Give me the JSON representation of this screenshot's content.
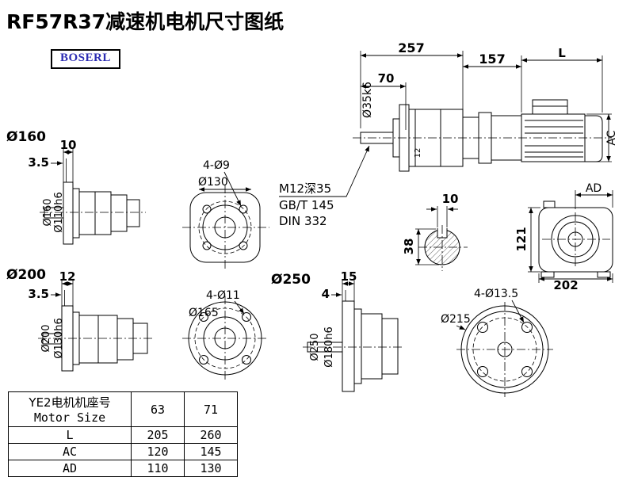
{
  "header": {
    "title": "RF57R37减速机电机尺寸图纸",
    "brand": "BOSERL"
  },
  "colors": {
    "brand": "#2d2db3",
    "line": "#000000"
  },
  "side_view": {
    "dim_total": "257",
    "dim_adapter": "157",
    "dim_motor_len": "L",
    "dim_shaft": "70",
    "shaft_dia": "Ø35k6",
    "dim_ac": "AC",
    "dim_plate": "12"
  },
  "tap_note": {
    "line1": "M12深35",
    "line2": "GB/T 145",
    "line3": "DIN 332"
  },
  "shaft_section": {
    "key_width": "10",
    "key_height": "38"
  },
  "motor_rear": {
    "dim_ad": "AD",
    "dim_side": "121",
    "dim_width": "202"
  },
  "unit160": {
    "label": "Ø160",
    "flange_thick": "10",
    "plate_thick": "3.5",
    "flange_dia": "Ø160",
    "pilot_dia": "Ø110h6"
  },
  "flange130": {
    "bolt_circle": "Ø130",
    "holes": "4-Ø9"
  },
  "unit200": {
    "label": "Ø200",
    "flange_thick": "12",
    "plate_thick": "3.5",
    "flange_dia": "Ø200",
    "pilot_dia": "Ø130h6"
  },
  "flange165": {
    "bolt_circle": "Ø165",
    "holes": "4-Ø11"
  },
  "unit250": {
    "label": "Ø250",
    "flange_thick": "15",
    "plate_thick": "4",
    "flange_dia": "Ø250",
    "pilot_dia": "Ø180h6"
  },
  "flange215": {
    "bolt_circle": "Ø215",
    "holes": "4-Ø13.5"
  },
  "table": {
    "row_header": {
      "cn": "YE2电机机座号",
      "en": "Motor Size",
      "c1": "63",
      "c2": "71"
    },
    "rows": [
      {
        "label": "L",
        "c1": "205",
        "c2": "260"
      },
      {
        "label": "AC",
        "c1": "120",
        "c2": "145"
      },
      {
        "label": "AD",
        "c1": "110",
        "c2": "130"
      }
    ]
  }
}
